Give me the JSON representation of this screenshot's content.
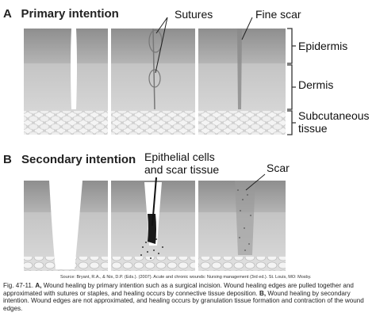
{
  "panel_a": {
    "letter": "A",
    "title": "Primary intention",
    "label_sutures": "Sutures",
    "label_fine_scar": "Fine scar",
    "label_epidermis": "Epidermis",
    "label_dermis": "Dermis",
    "label_subcutaneous_line1": "Subcutaneous",
    "label_subcutaneous_line2": "tissue"
  },
  "panel_b": {
    "letter": "B",
    "title": "Secondary intention",
    "label_epithelial_line1": "Epithelial cells",
    "label_epithelial_line2": "and scar tissue",
    "label_scar": "Scar"
  },
  "source": "Source: Bryant, R.A., & Nix, D.P. (Eds.). (2007). Acute and chronic wounds: Nursing management (3rd ed.). St. Louis, MO: Mosby.",
  "caption": {
    "fig_number": "Fig. 47-11.",
    "part_a_letter": "A,",
    "part_a_text": "Wound healing by primary intention such as a surgical incision. Wound healing edges are pulled together and approximated with sutures or staples, and healing occurs by connective tissue deposition.",
    "part_b_letter": "B,",
    "part_b_text": "Wound healing by secondary intention. Wound edges are not approximated, and healing occurs by granulation tissue formation and contraction of the wound edges."
  },
  "colors": {
    "epidermis": "#9a9a9a",
    "dermis": "#c8c8c8",
    "subcutaneous": "#e6e6e6",
    "scar": "#6e6e6e",
    "granulation": "#222222"
  }
}
